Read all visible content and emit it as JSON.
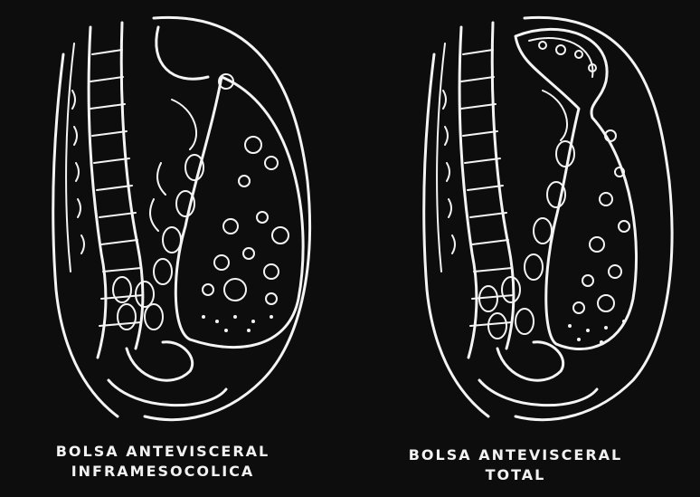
{
  "figure": {
    "left_panel": {
      "caption_line1": "BOLSA ANTEVISCERAL",
      "caption_line2": "INFRAMESOCOLICA"
    },
    "right_panel": {
      "caption_line1": "BOLSA ANTEVISCERAL",
      "caption_line2": "TOTAL"
    }
  },
  "colors": {
    "background": "#0d0d0d",
    "line": "#f4f4f4"
  }
}
